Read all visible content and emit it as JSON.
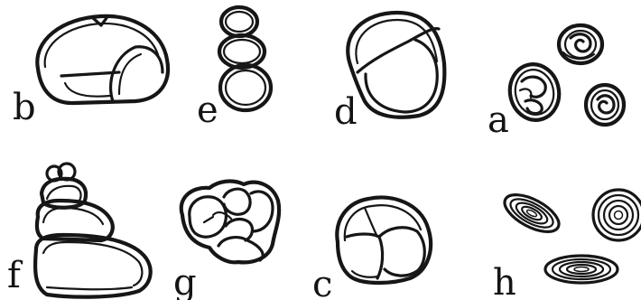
{
  "plate": {
    "background": "#ffffff",
    "ink_color": "#161616",
    "figures": [
      {
        "id": "b",
        "label": "b",
        "icon": "three-chamber-shell-drawing"
      },
      {
        "id": "e",
        "label": "e",
        "icon": "three-chamber-chain-drawing"
      },
      {
        "id": "d",
        "label": "d",
        "icon": "two-chamber-shell-drawing"
      },
      {
        "id": "a",
        "label": "a",
        "icon": "coiled-shell-cluster-drawing"
      },
      {
        "id": "f",
        "label": "f",
        "icon": "conical-stacked-shell-drawing"
      },
      {
        "id": "g",
        "label": "g",
        "icon": "clustered-chamber-shell-drawing"
      },
      {
        "id": "c",
        "label": "c",
        "icon": "globular-chamber-shell-drawing"
      },
      {
        "id": "h",
        "label": "h",
        "icon": "spiral-ring-cluster-drawing"
      }
    ]
  }
}
